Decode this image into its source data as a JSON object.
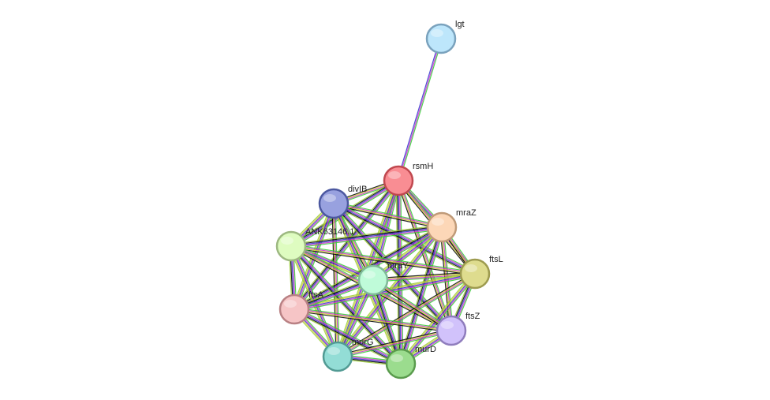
{
  "nodes": [
    {
      "id": "lgt",
      "label": "lgt",
      "color": "#bde6fb",
      "stroke": "#7aa2bd"
    },
    {
      "id": "rsmH",
      "label": "rsmH",
      "color": "#f98d93",
      "stroke": "#c0484f"
    },
    {
      "id": "divIB",
      "label": "divIB",
      "color": "#98a1df",
      "stroke": "#4c58a0"
    },
    {
      "id": "mraZ",
      "label": "mraZ",
      "color": "#fcd7b7",
      "stroke": "#bf9a78"
    },
    {
      "id": "ANK63146.1",
      "label": "ANK63146.1",
      "color": "#defcc0",
      "stroke": "#9db881"
    },
    {
      "id": "ftsL",
      "label": "ftsL",
      "color": "#dedc8e",
      "stroke": "#9d9b4f"
    },
    {
      "id": "mraY",
      "label": "mraY",
      "color": "#bffbd9",
      "stroke": "#80b999"
    },
    {
      "id": "ftsA",
      "label": "ftsA",
      "color": "#f6c5c6",
      "stroke": "#b98184"
    },
    {
      "id": "ftsZ",
      "label": "ftsZ",
      "color": "#d1c2fb",
      "stroke": "#8f7dbd"
    },
    {
      "id": "murG",
      "label": "murG",
      "color": "#93ddd6",
      "stroke": "#519a93"
    },
    {
      "id": "murD",
      "label": "murD",
      "color": "#9bdc8e",
      "stroke": "#5a9b4d"
    }
  ],
  "edge_colors": [
    "#33cc33",
    "#cc33cc",
    "#3333cc",
    "#cccc33",
    "#000000",
    "#99cc33"
  ],
  "edges": [
    [
      "lgt",
      "rsmH"
    ],
    [
      "rsmH",
      "divIB"
    ],
    [
      "rsmH",
      "mraZ"
    ],
    [
      "rsmH",
      "ANK63146.1"
    ],
    [
      "rsmH",
      "ftsL"
    ],
    [
      "rsmH",
      "mraY"
    ],
    [
      "rsmH",
      "ftsA"
    ],
    [
      "rsmH",
      "ftsZ"
    ],
    [
      "rsmH",
      "murG"
    ],
    [
      "rsmH",
      "murD"
    ],
    [
      "divIB",
      "mraZ"
    ],
    [
      "divIB",
      "ANK63146.1"
    ],
    [
      "divIB",
      "ftsL"
    ],
    [
      "divIB",
      "mraY"
    ],
    [
      "divIB",
      "ftsA"
    ],
    [
      "divIB",
      "ftsZ"
    ],
    [
      "divIB",
      "murG"
    ],
    [
      "divIB",
      "murD"
    ],
    [
      "mraZ",
      "ANK63146.1"
    ],
    [
      "mraZ",
      "ftsL"
    ],
    [
      "mraZ",
      "mraY"
    ],
    [
      "mraZ",
      "ftsA"
    ],
    [
      "mraZ",
      "ftsZ"
    ],
    [
      "mraZ",
      "murG"
    ],
    [
      "mraZ",
      "murD"
    ],
    [
      "ANK63146.1",
      "ftsL"
    ],
    [
      "ANK63146.1",
      "mraY"
    ],
    [
      "ANK63146.1",
      "ftsA"
    ],
    [
      "ANK63146.1",
      "ftsZ"
    ],
    [
      "ANK63146.1",
      "murG"
    ],
    [
      "ANK63146.1",
      "murD"
    ],
    [
      "ftsL",
      "mraY"
    ],
    [
      "ftsL",
      "ftsA"
    ],
    [
      "ftsL",
      "ftsZ"
    ],
    [
      "ftsL",
      "murG"
    ],
    [
      "ftsL",
      "murD"
    ],
    [
      "mraY",
      "ftsA"
    ],
    [
      "mraY",
      "ftsZ"
    ],
    [
      "mraY",
      "murG"
    ],
    [
      "mraY",
      "murD"
    ],
    [
      "ftsA",
      "ftsZ"
    ],
    [
      "ftsA",
      "murG"
    ],
    [
      "ftsA",
      "murD"
    ],
    [
      "ftsZ",
      "murG"
    ],
    [
      "ftsZ",
      "murD"
    ],
    [
      "murG",
      "murD"
    ]
  ]
}
